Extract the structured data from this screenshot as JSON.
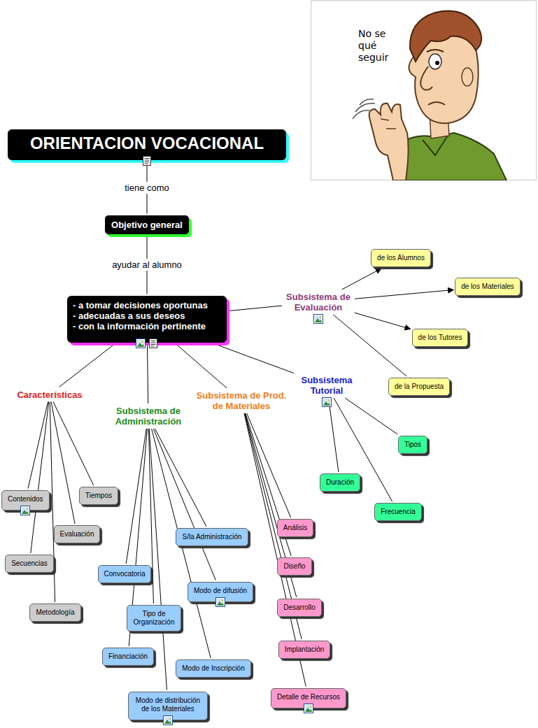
{
  "diagram": {
    "nodes": [
      {
        "text": [
          "ORIENTACION VOCACIONAL"
        ]
      },
      {
        "text": [
          "Objetivo general"
        ]
      },
      {
        "text": [
          "- a tomar decisiones oportunas",
          "- adecuadas a sus deseos",
          "- con la información pertinente"
        ]
      },
      {
        "text": [
          "Subsistema de Evaluación"
        ]
      },
      {
        "text": [
          "de los Alumnos"
        ]
      },
      {
        "text": [
          "de los Materiales"
        ]
      },
      {
        "text": [
          "de los Tutores"
        ]
      },
      {
        "text": [
          "de la Propuesta"
        ]
      },
      {
        "text": [
          "Características"
        ]
      },
      {
        "text": [
          "Contenidos"
        ]
      },
      {
        "text": [
          "Tiempos"
        ]
      },
      {
        "text": [
          "Evaluación"
        ]
      },
      {
        "text": [
          "Secuencias"
        ]
      },
      {
        "text": [
          "Metodología"
        ]
      },
      {
        "text": [
          "Subsistema de Administración"
        ]
      },
      {
        "text": [
          "S/la Administración"
        ]
      },
      {
        "text": [
          "Convocatoria"
        ]
      },
      {
        "text": [
          "Modo de difusión"
        ]
      },
      {
        "text": [
          "Tipo de Organización"
        ]
      },
      {
        "text": [
          "Financiación"
        ]
      },
      {
        "text": [
          "Modo de Inscripción"
        ]
      },
      {
        "text": [
          "Modo de distribución de los Materiales"
        ]
      },
      {
        "text": [
          "Subsistema de Prod. de Materiales"
        ]
      },
      {
        "text": [
          "Análisis"
        ]
      },
      {
        "text": [
          "Diseño"
        ]
      },
      {
        "text": [
          "Desarrollo"
        ]
      },
      {
        "text": [
          "Implantación"
        ]
      },
      {
        "text": [
          "Detalle de Recursos"
        ]
      },
      {
        "text": [
          "Subsistema Tutorial"
        ]
      },
      {
        "text": [
          "Tipos"
        ]
      },
      {
        "text": [
          "Duración"
        ]
      },
      {
        "text": [
          "Frecuencia"
        ]
      }
    ],
    "edges": [
      {
        "from": 0,
        "to": 1,
        "label": "tiene como",
        "arrow": "none"
      },
      {
        "from": 1,
        "to": 2,
        "label": "ayudar al alumno",
        "arrow": "none"
      },
      {
        "from": 2,
        "to": 3,
        "arrow": "none"
      },
      {
        "from": 3,
        "to": 4,
        "arrow": "to"
      },
      {
        "from": 3,
        "to": 5,
        "arrow": "to"
      },
      {
        "from": 3,
        "to": 6,
        "arrow": "to"
      },
      {
        "from": 3,
        "to": 7,
        "arrow": "none"
      },
      {
        "from": 2,
        "to": 8,
        "arrow": "none"
      },
      {
        "from": 8,
        "to": 9,
        "arrow": "none"
      },
      {
        "from": 8,
        "to": 10,
        "arrow": "none"
      },
      {
        "from": 8,
        "to": 11,
        "arrow": "none"
      },
      {
        "from": 8,
        "to": 12,
        "arrow": "none"
      },
      {
        "from": 8,
        "to": 13,
        "arrow": "none"
      },
      {
        "from": 2,
        "to": 14,
        "arrow": "none"
      },
      {
        "from": 14,
        "to": 15,
        "arrow": "none"
      },
      {
        "from": 14,
        "to": 16,
        "arrow": "none"
      },
      {
        "from": 14,
        "to": 17,
        "arrow": "none"
      },
      {
        "from": 14,
        "to": 18,
        "arrow": "none"
      },
      {
        "from": 14,
        "to": 19,
        "arrow": "none"
      },
      {
        "from": 14,
        "to": 20,
        "arrow": "none"
      },
      {
        "from": 14,
        "to": 21,
        "arrow": "none"
      },
      {
        "from": 2,
        "to": 22,
        "arrow": "none"
      },
      {
        "from": 22,
        "to": 23,
        "arrow": "none"
      },
      {
        "from": 22,
        "to": 24,
        "arrow": "none"
      },
      {
        "from": 22,
        "to": 25,
        "arrow": "none"
      },
      {
        "from": 22,
        "to": 26,
        "arrow": "none"
      },
      {
        "from": 22,
        "to": 27,
        "arrow": "none"
      },
      {
        "from": 2,
        "to": 28,
        "arrow": "none"
      },
      {
        "from": 28,
        "to": 29,
        "arrow": "none"
      },
      {
        "from": 28,
        "to": 30,
        "arrow": "none"
      },
      {
        "from": 28,
        "to": 31,
        "arrow": "none"
      }
    ],
    "labels": [
      "No se qué seguir"
    ]
  }
}
